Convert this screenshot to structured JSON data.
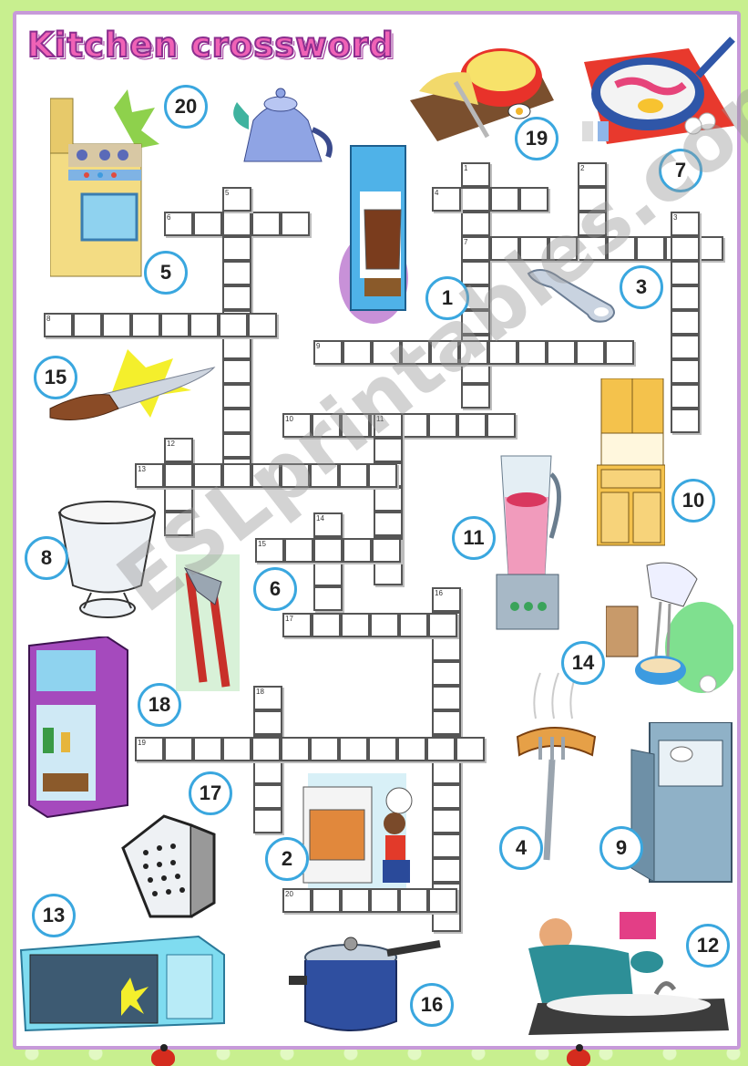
{
  "title": "Kitchen crossword",
  "watermark": "ESLprintables.com",
  "picture_numbers": [
    "20",
    "19",
    "7",
    "5",
    "1",
    "3",
    "15",
    "10",
    "11",
    "8",
    "6",
    "14",
    "18",
    "17",
    "2",
    "4",
    "9",
    "13",
    "16",
    "12"
  ],
  "clue_numbers": [
    "1",
    "2",
    "3",
    "4",
    "5",
    "6",
    "7",
    "8",
    "9",
    "10",
    "11",
    "12",
    "13",
    "14",
    "15",
    "16",
    "17",
    "18",
    "19",
    "20"
  ],
  "icons": [
    "stove-icon",
    "teapot-icon",
    "cheese-board-icon",
    "frying-pan-icon",
    "coffee-maker-icon",
    "bottle-opener-icon",
    "knife-icon",
    "cupboard-icon",
    "blender-icon",
    "colander-icon",
    "can-opener-icon",
    "mixer-icon",
    "fridge-icon",
    "sausage-fork-icon",
    "grater-icon",
    "chef-oven-icon",
    "dishwasher-icon",
    "microwave-icon",
    "pressure-cooker-icon",
    "washing-dishes-icon"
  ]
}
